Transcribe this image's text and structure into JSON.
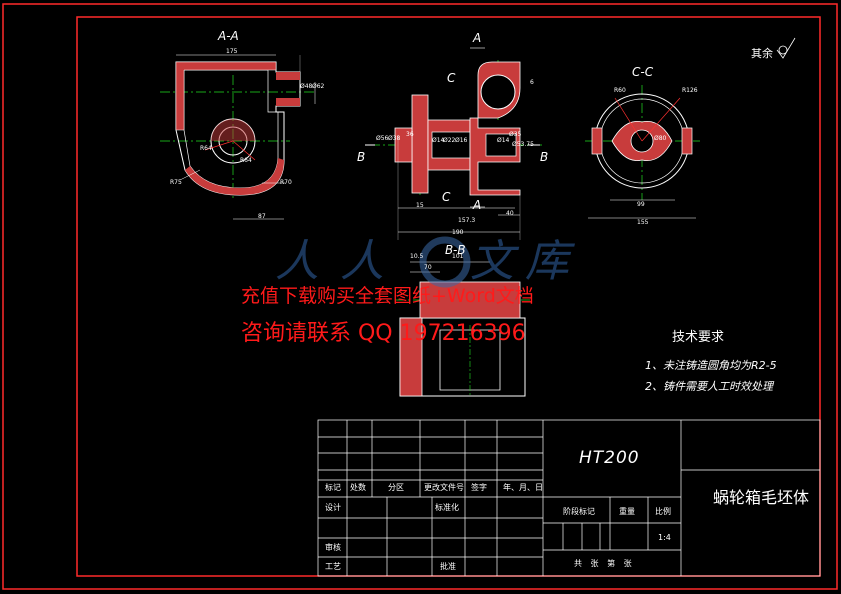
{
  "views": {
    "aa_title": "A-A",
    "bb_title": "B-B",
    "cc_title": "C-C",
    "section_letters": {
      "a_top": "A",
      "a_bottom": "A",
      "b_left": "B",
      "b_right": "B",
      "c_top": "C",
      "c_bottom": "C"
    }
  },
  "dimensions": {
    "aa": {
      "width": "175",
      "d1": "Ø48",
      "d2": "Ø62",
      "r1": "R64",
      "r2": "R64",
      "r3": "R75",
      "r4": "R70",
      "bottom": "87"
    },
    "front": {
      "d1": "Ø56",
      "d2": "Ø38",
      "d3": "Ø14",
      "d4": "Ø22",
      "d5": "Ø16",
      "d6": "Ø14",
      "d7": "Ø35",
      "d8": "Ø53.75",
      "w36": "36",
      "w15": "15",
      "w40": "40",
      "w157": "157.3",
      "w190": "190",
      "h6": "6"
    },
    "cc": {
      "r1": "R60",
      "r2": "R126",
      "d": "Ø80",
      "w99": "99",
      "w155": "155"
    },
    "bb": {
      "d10": "10.5",
      "d70": "70",
      "d101": "101"
    }
  },
  "roughness_note": "其余",
  "tech_requirements": {
    "title": "技术要求",
    "items": [
      "1、未注铸造圆角均为R2-5",
      "2、铸件需要人工时效处理"
    ]
  },
  "watermark": {
    "line1": "充值下载购买全套图纸+Word文档",
    "line2": "咨询请联系 QQ 197216396",
    "logo_chars": [
      "人",
      "人",
      "文",
      "库"
    ]
  },
  "title_block": {
    "material": "HT200",
    "part_name": "蜗轮箱毛坯体",
    "headers": [
      "标记",
      "处数",
      "分区",
      "更改文件号",
      "签字",
      "年、月、日"
    ],
    "design": "设计",
    "standard": "标准化",
    "stage_mark": "阶段标记",
    "weight": "重量",
    "scale_label": "比例",
    "scale": "1:4",
    "review": "审核",
    "process": "工艺",
    "approve": "批准",
    "sheets": "共  张  第  张"
  }
}
